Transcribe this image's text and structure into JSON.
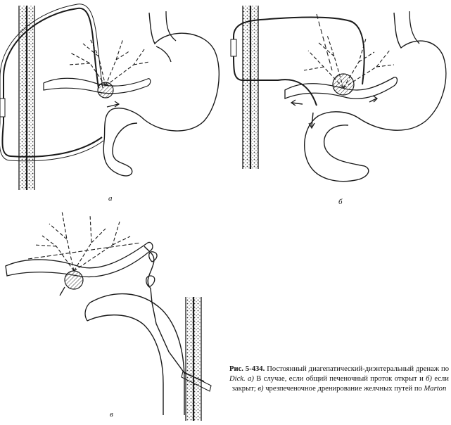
{
  "panels": {
    "a": "а",
    "b": "б",
    "c": "в"
  },
  "caption": {
    "number": "Рис. 5-434.",
    "t1": " Постоянный диагепатический-диэнтеральный дренаж по ",
    "dick": "Dick.",
    "a_marker": " а)",
    "t2": " В случае, если общий печеночный проток открыт и ",
    "b_marker": "б)",
    "t3": " если закрыт; ",
    "c_marker": "в)",
    "t4": " чрезпеченочное дренирование желчных путей по ",
    "marton": "Marton"
  },
  "colors": {
    "ink": "#1a1a1a",
    "shade": "#555555",
    "paper": "#ffffff"
  }
}
